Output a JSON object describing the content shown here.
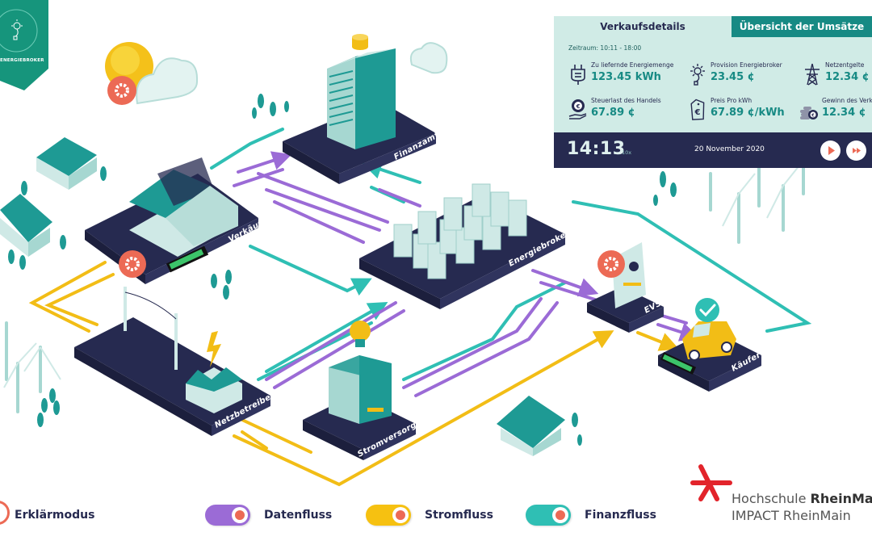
{
  "brand": {
    "name": "ENERGIEBROKER",
    "color": "#16957c"
  },
  "panel": {
    "tabs": [
      {
        "label": "Verkaufsdetails",
        "active": true
      },
      {
        "label": "Übersicht der Umsätze",
        "active": false
      }
    ],
    "period": "Zeitraum: 10:11 - 18:00",
    "metrics": [
      {
        "icon": "plug-icon",
        "label": "Zu liefernde Energiemenge",
        "value": "123.45 kWh"
      },
      {
        "icon": "lightbulb-plug-icon",
        "label": "Provision Energiebroker",
        "value": "23.45 ¢"
      },
      {
        "icon": "power-pylon-icon",
        "label": "Netzentgelte",
        "value": "12.34 ¢"
      },
      {
        "icon": "euro-hand-icon",
        "label": "Steuerlast des Handels",
        "value": "67.89 ¢"
      },
      {
        "icon": "euro-tag-icon",
        "label": "Preis Pro kWh",
        "value": "67.89 ¢/kWh"
      },
      {
        "icon": "coin-stack-icon",
        "label": "Gewinn des Verkäufers",
        "value": "12.34 ¢"
      }
    ],
    "clock": {
      "time": "14:13",
      "speed": "10x",
      "date": "20 November 2020"
    },
    "controls": [
      {
        "icon": "play-icon",
        "label": "Play"
      },
      {
        "icon": "fast-forward-icon",
        "label": "Fast forward"
      }
    ]
  },
  "scene": {
    "platforms": [
      {
        "id": "verkaeufer",
        "label": "Verkäufer"
      },
      {
        "id": "finanzamt",
        "label": "Finanzamt"
      },
      {
        "id": "energiebroker",
        "label": "Energiebroker"
      },
      {
        "id": "evse",
        "label": "EVSE"
      },
      {
        "id": "kaeufer",
        "label": "Käufer"
      },
      {
        "id": "netzbetreiber",
        "label": "Netzbetreiber"
      },
      {
        "id": "stromversorger",
        "label": "Stromversorger"
      }
    ],
    "colors": {
      "platform": "#262a50",
      "data_flow": "#9b6bd6",
      "power_flow": "#f2bd16",
      "finance_flow": "#2fbfb4",
      "building": "#1e9a94",
      "building_light": "#cfe9e6",
      "gear": "#ec6a55",
      "check": "#2fbfb4"
    }
  },
  "footer": {
    "explain_mode": "Erklärmodus",
    "toggles": [
      {
        "label": "Datenfluss",
        "color": "#9b6bd6",
        "on": true
      },
      {
        "label": "Stromfluss",
        "color": "#f6c111",
        "on": true
      },
      {
        "label": "Finanzfluss",
        "color": "#2fbfb4",
        "on": true
      }
    ],
    "institution": {
      "line1_prefix": "Hochschule ",
      "line1_bold": "RheinMain",
      "line2": "IMPACT RheinMain",
      "logo_color": "#e2242b"
    }
  }
}
